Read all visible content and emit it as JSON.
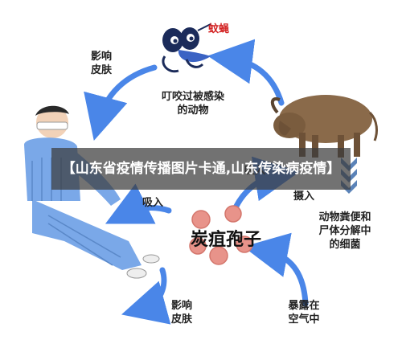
{
  "labels": {
    "mosquito": "蚊蝇",
    "affect_skin_top": "影响\n皮肤",
    "bite_infected": "叮咬过被感染\n的动物",
    "inhale_right": "吸入",
    "ingest": "摄入",
    "carcass": "动物粪便和\n尸体分解中\n的细菌",
    "inhale_left": "吸入",
    "anthrax_spores": "炭疽孢子",
    "affect_skin_bottom": "影响\n皮肤",
    "exposed_air": "暴露在\n空气中"
  },
  "banner": {
    "text": "【山东省疫情传播图片卡通,山东传染病疫情】"
  },
  "colors": {
    "arrow": "#4a86e8",
    "spore": "#e8938a",
    "mosquito_red": "#d32222",
    "patient_blue": "#7aa8e8"
  }
}
